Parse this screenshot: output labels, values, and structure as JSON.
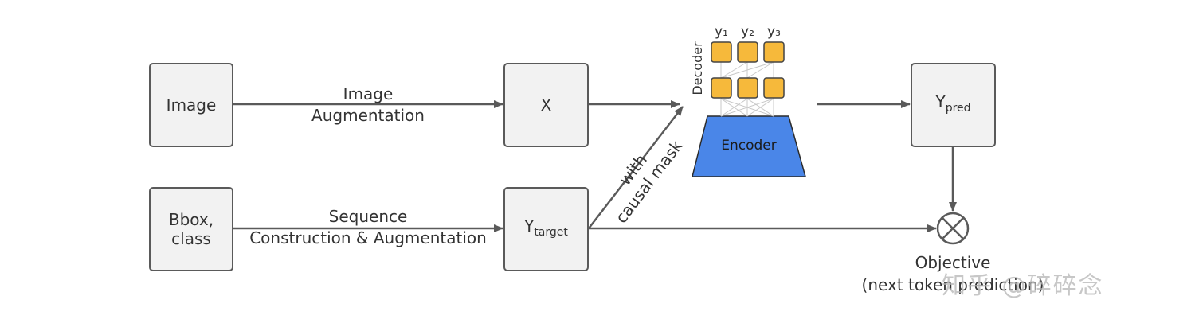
{
  "nodes": {
    "image": "Image",
    "bbox_line1": "Bbox,",
    "bbox_line2": "class",
    "x": "X",
    "y_target_main": "Y",
    "y_target_sub": "target",
    "y_pred_main": "Y",
    "y_pred_sub": "pred",
    "encoder": "Encoder",
    "decoder": "Decoder"
  },
  "edges": {
    "image_aug_line1": "Image",
    "image_aug_line2": "Augmentation",
    "seq_line1": "Sequence",
    "seq_line2": "Construction & Augmentation",
    "causal_line1": "with",
    "causal_line2": "causal mask"
  },
  "outputs": {
    "y1": "y₁",
    "y2": "y₂",
    "y3": "y₃"
  },
  "objective": {
    "line1": "Objective",
    "line2": "(next token prediction)"
  },
  "watermark": "知乎 @碎碎念",
  "colors": {
    "box_fill": "#f2f2f2",
    "encoder_fill": "#4a86e8",
    "token_fill": "#f6b93b",
    "arrow": "#5a5a5a"
  }
}
